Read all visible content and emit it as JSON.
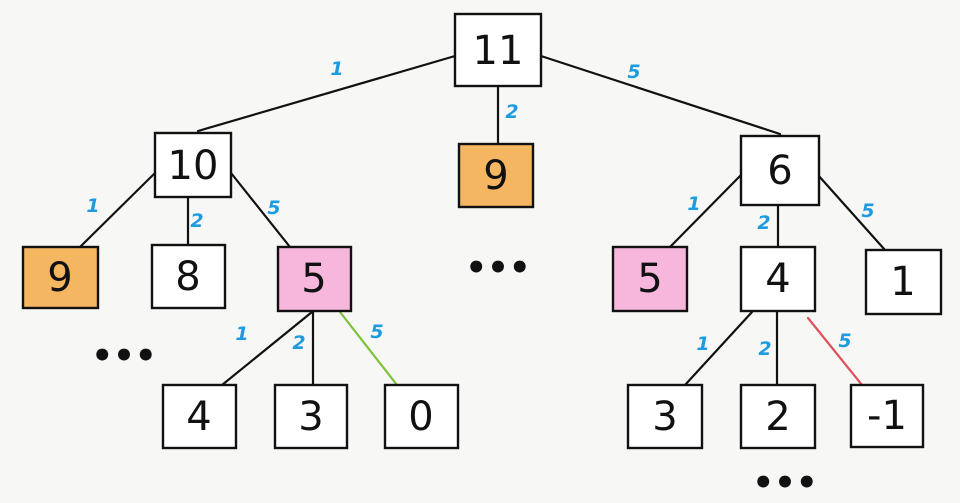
{
  "colors": {
    "background": "#f7f7f5",
    "line": "#111111",
    "label": "#1e9be0",
    "node_fill": "#ffffff",
    "node_orange": "#f4b660",
    "node_pink": "#f7b7dd",
    "edge_green": "#7cc23a",
    "edge_red": "#e0505a"
  },
  "nodes": {
    "root": "11",
    "left": "10",
    "mid": "9",
    "right": "6",
    "l1": "9",
    "l2": "8",
    "l3": "5",
    "r1": "5",
    "r2": "4",
    "r3": "1",
    "l3a": "4",
    "l3b": "3",
    "l3c": "0",
    "r2a": "3",
    "r2b": "2",
    "r2c": "-1"
  },
  "edge_labels": {
    "root_left": "1",
    "root_mid": "2",
    "root_right": "5",
    "left_l1": "1",
    "left_l2": "2",
    "left_l3": "5",
    "right_r1": "1",
    "right_r2": "2",
    "right_r3": "5",
    "l3_a": "1",
    "l3_b": "2",
    "l3_c": "5",
    "r2_a": "1",
    "r2_b": "2",
    "r2_c": "5"
  },
  "ellipses": {
    "center": "•••",
    "bottom_left": "•••",
    "bottom_right": "•••"
  }
}
